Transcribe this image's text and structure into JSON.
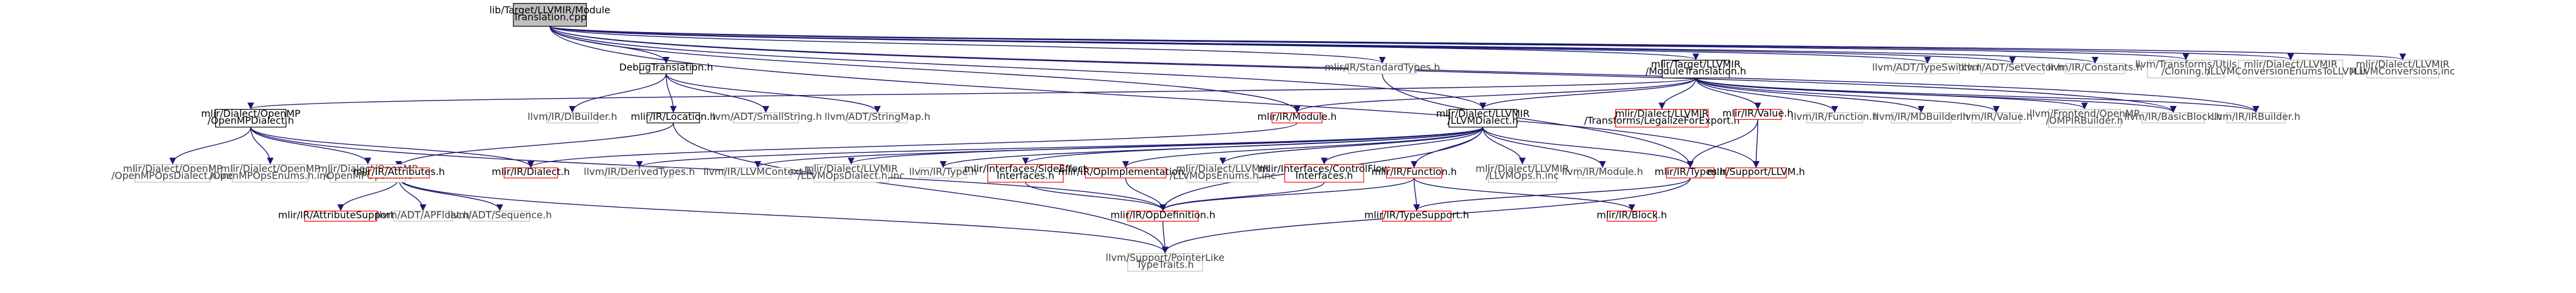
{
  "colors": {
    "edge": "#191970",
    "root_fill": "#bfbfbf",
    "node_fill": "#ffffff",
    "node_border": "#000000",
    "unresolved_border": "#bfbfbf",
    "missing_border": "#ff0000",
    "text": "#000000",
    "muted_text": "#404040"
  },
  "nodes": [
    {
      "id": "root",
      "lines": [
        "lib/Target/LLVMIR/Module",
        "Translation.cpp"
      ],
      "kind": "root"
    },
    {
      "id": "debug",
      "lines": [
        "DebugTranslation.h"
      ],
      "kind": "normal"
    },
    {
      "id": "stdtypes",
      "lines": [
        "mlir/IR/StandardTypes.h"
      ],
      "kind": "unresolved"
    },
    {
      "id": "modtrans",
      "lines": [
        "mlir/Target/LLVMIR",
        "/ModuleTranslation.h"
      ],
      "kind": "normal"
    },
    {
      "id": "typeswitch",
      "lines": [
        "llvm/ADT/TypeSwitch.h"
      ],
      "kind": "unresolved"
    },
    {
      "id": "setvector",
      "lines": [
        "llvm/ADT/SetVector.h"
      ],
      "kind": "unresolved"
    },
    {
      "id": "constants",
      "lines": [
        "llvm/IR/Constants.h"
      ],
      "kind": "unresolved"
    },
    {
      "id": "cloning",
      "lines": [
        "llvm/Transforms/Utils",
        "/Cloning.h"
      ],
      "kind": "unresolved"
    },
    {
      "id": "convenums",
      "lines": [
        "mlir/Dialect/LLVMIR",
        "/LLVMConversionEnumsToLLVM.inc"
      ],
      "kind": "unresolved"
    },
    {
      "id": "convinc",
      "lines": [
        "mlir/Dialect/LLVMIR",
        "/LLVMConversions.inc"
      ],
      "kind": "unresolved"
    },
    {
      "id": "openmpdialect",
      "lines": [
        "mlir/Dialect/OpenMP",
        "/OpenMPDialect.h"
      ],
      "kind": "normal"
    },
    {
      "id": "dibuilder",
      "lines": [
        "llvm/IR/DIBuilder.h"
      ],
      "kind": "unresolved"
    },
    {
      "id": "location",
      "lines": [
        "mlir/IR/Location.h"
      ],
      "kind": "normal"
    },
    {
      "id": "smallstring",
      "lines": [
        "llvm/ADT/SmallString.h"
      ],
      "kind": "unresolved"
    },
    {
      "id": "stringmap",
      "lines": [
        "llvm/ADT/StringMap.h"
      ],
      "kind": "unresolved"
    },
    {
      "id": "irmodule",
      "lines": [
        "mlir/IR/Module.h"
      ],
      "kind": "missing"
    },
    {
      "id": "llvmdialect",
      "lines": [
        "mlir/Dialect/LLVMIR",
        "/LLVMDialect.h"
      ],
      "kind": "normal"
    },
    {
      "id": "legalize",
      "lines": [
        "mlir/Dialect/LLVMIR",
        "/Transforms/LegalizeForExport.h"
      ],
      "kind": "missing"
    },
    {
      "id": "irvalue",
      "lines": [
        "mlir/IR/Value.h"
      ],
      "kind": "missing"
    },
    {
      "id": "llvmfunction",
      "lines": [
        "llvm/IR/Function.h"
      ],
      "kind": "unresolved"
    },
    {
      "id": "mdbuilder",
      "lines": [
        "llvm/IR/MDBuilder.h"
      ],
      "kind": "unresolved"
    },
    {
      "id": "llvmvalue",
      "lines": [
        "llvm/IR/Value.h"
      ],
      "kind": "unresolved"
    },
    {
      "id": "ompbuilder",
      "lines": [
        "llvm/Frontend/OpenMP",
        "/OMPIRBuilder.h"
      ],
      "kind": "unresolved"
    },
    {
      "id": "basicblock",
      "lines": [
        "llvm/IR/BasicBlock.h"
      ],
      "kind": "unresolved"
    },
    {
      "id": "irbuilder",
      "lines": [
        "llvm/IR/IRBuilder.h"
      ],
      "kind": "unresolved"
    },
    {
      "id": "ompdialectinc",
      "lines": [
        "mlir/Dialect/OpenMP",
        "/OpenMPOpsDialect.h.inc"
      ],
      "kind": "unresolved"
    },
    {
      "id": "ompenums",
      "lines": [
        "mlir/Dialect/OpenMP",
        "/OpenMPOpsEnums.h.inc"
      ],
      "kind": "unresolved"
    },
    {
      "id": "ompops",
      "lines": [
        "mlir/Dialect/OpenMP",
        "/OpenMPOps.h.inc"
      ],
      "kind": "unresolved"
    },
    {
      "id": "attributes",
      "lines": [
        "mlir/IR/Attributes.h"
      ],
      "kind": "missing"
    },
    {
      "id": "dialect",
      "lines": [
        "mlir/IR/Dialect.h"
      ],
      "kind": "missing"
    },
    {
      "id": "derivedtypes",
      "lines": [
        "llvm/IR/DerivedTypes.h"
      ],
      "kind": "unresolved"
    },
    {
      "id": "llvmcontext",
      "lines": [
        "llvm/IR/LLVMContext.h"
      ],
      "kind": "unresolved"
    },
    {
      "id": "llvmopsdialect",
      "lines": [
        "mlir/Dialect/LLVMIR",
        "/LLVMOpsDialect.h.inc"
      ],
      "kind": "unresolved"
    },
    {
      "id": "llvmtype",
      "lines": [
        "llvm/IR/Type.h"
      ],
      "kind": "unresolved"
    },
    {
      "id": "sideeffect",
      "lines": [
        "mlir/Interfaces/SideEffect",
        "Interfaces.h"
      ],
      "kind": "missing"
    },
    {
      "id": "opimpl",
      "lines": [
        "mlir/IR/OpImplementation.h"
      ],
      "kind": "missing"
    },
    {
      "id": "llvmopsenums",
      "lines": [
        "mlir/Dialect/LLVMIR",
        "/LLVMOpsEnums.h.inc"
      ],
      "kind": "unresolved"
    },
    {
      "id": "controlflow",
      "lines": [
        "mlir/Interfaces/ControlFlow",
        "Interfaces.h"
      ],
      "kind": "missing"
    },
    {
      "id": "irfunction",
      "lines": [
        "mlir/IR/Function.h"
      ],
      "kind": "missing"
    },
    {
      "id": "llvmopsinc",
      "lines": [
        "mlir/Dialect/LLVMIR",
        "/LLVMOps.h.inc"
      ],
      "kind": "unresolved"
    },
    {
      "id": "llvmmodule",
      "lines": [
        "llvm/IR/Module.h"
      ],
      "kind": "unresolved"
    },
    {
      "id": "irtypes",
      "lines": [
        "mlir/IR/Types.h"
      ],
      "kind": "missing"
    },
    {
      "id": "supportllvm",
      "lines": [
        "mlir/Support/LLVM.h"
      ],
      "kind": "missing"
    },
    {
      "id": "attrsupport",
      "lines": [
        "mlir/IR/AttributeSupport.h"
      ],
      "kind": "missing"
    },
    {
      "id": "apfloat",
      "lines": [
        "llvm/ADT/APFloat.h"
      ],
      "kind": "unresolved"
    },
    {
      "id": "sequence",
      "lines": [
        "llvm/ADT/Sequence.h"
      ],
      "kind": "unresolved"
    },
    {
      "id": "opdefinition",
      "lines": [
        "mlir/IR/OpDefinition.h"
      ],
      "kind": "missing"
    },
    {
      "id": "typesupport",
      "lines": [
        "mlir/IR/TypeSupport.h"
      ],
      "kind": "missing"
    },
    {
      "id": "irblock",
      "lines": [
        "mlir/IR/Block.h"
      ],
      "kind": "missing"
    },
    {
      "id": "pointerlike",
      "lines": [
        "llvm/Support/PointerLike",
        "TypeTraits.h"
      ],
      "kind": "unresolved"
    }
  ],
  "edges": [
    [
      "root",
      "debug"
    ],
    [
      "root",
      "stdtypes"
    ],
    [
      "root",
      "modtrans"
    ],
    [
      "root",
      "typeswitch"
    ],
    [
      "root",
      "setvector"
    ],
    [
      "root",
      "constants"
    ],
    [
      "root",
      "cloning"
    ],
    [
      "root",
      "convenums"
    ],
    [
      "root",
      "convinc"
    ],
    [
      "root",
      "irmodule"
    ],
    [
      "root",
      "llvmdialect"
    ],
    [
      "root",
      "irbuilder"
    ],
    [
      "root",
      "basicblock"
    ],
    [
      "root",
      "supportllvm"
    ],
    [
      "debug",
      "dibuilder"
    ],
    [
      "debug",
      "location"
    ],
    [
      "debug",
      "smallstring"
    ],
    [
      "debug",
      "stringmap"
    ],
    [
      "stdtypes",
      "irtypes"
    ],
    [
      "modtrans",
      "irmodule"
    ],
    [
      "modtrans",
      "llvmdialect"
    ],
    [
      "modtrans",
      "legalize"
    ],
    [
      "modtrans",
      "irvalue"
    ],
    [
      "modtrans",
      "llvmfunction"
    ],
    [
      "modtrans",
      "mdbuilder"
    ],
    [
      "modtrans",
      "llvmvalue"
    ],
    [
      "modtrans",
      "ompbuilder"
    ],
    [
      "modtrans",
      "basicblock"
    ],
    [
      "modtrans",
      "irbuilder"
    ],
    [
      "modtrans",
      "openmpdialect"
    ],
    [
      "openmpdialect",
      "ompdialectinc"
    ],
    [
      "openmpdialect",
      "ompenums"
    ],
    [
      "openmpdialect",
      "ompops"
    ],
    [
      "openmpdialect",
      "dialect"
    ],
    [
      "openmpdialect",
      "opdefinition"
    ],
    [
      "location",
      "attributes"
    ],
    [
      "location",
      "pointerlike"
    ],
    [
      "irmodule",
      "dialect"
    ],
    [
      "llvmdialect",
      "derivedtypes"
    ],
    [
      "llvmdialect",
      "llvmcontext"
    ],
    [
      "llvmdialect",
      "llvmopsdialect"
    ],
    [
      "llvmdialect",
      "llvmtype"
    ],
    [
      "llvmdialect",
      "sideeffect"
    ],
    [
      "llvmdialect",
      "opimpl"
    ],
    [
      "llvmdialect",
      "llvmopsenums"
    ],
    [
      "llvmdialect",
      "controlflow"
    ],
    [
      "llvmdialect",
      "irfunction"
    ],
    [
      "llvmdialect",
      "llvmopsinc"
    ],
    [
      "llvmdialect",
      "llvmmodule"
    ],
    [
      "llvmdialect",
      "irtypes"
    ],
    [
      "llvmdialect",
      "opdefinition"
    ],
    [
      "irvalue",
      "irtypes"
    ],
    [
      "irvalue",
      "supportllvm"
    ],
    [
      "attributes",
      "attrsupport"
    ],
    [
      "attributes",
      "apfloat"
    ],
    [
      "attributes",
      "sequence"
    ],
    [
      "attributes",
      "pointerlike"
    ],
    [
      "sideeffect",
      "opdefinition"
    ],
    [
      "opimpl",
      "opdefinition"
    ],
    [
      "controlflow",
      "opdefinition"
    ],
    [
      "irfunction",
      "opdefinition"
    ],
    [
      "irfunction",
      "irblock"
    ],
    [
      "irfunction",
      "typesupport"
    ],
    [
      "irtypes",
      "typesupport"
    ],
    [
      "irtypes",
      "pointerlike"
    ],
    [
      "opdefinition",
      "pointerlike"
    ]
  ]
}
